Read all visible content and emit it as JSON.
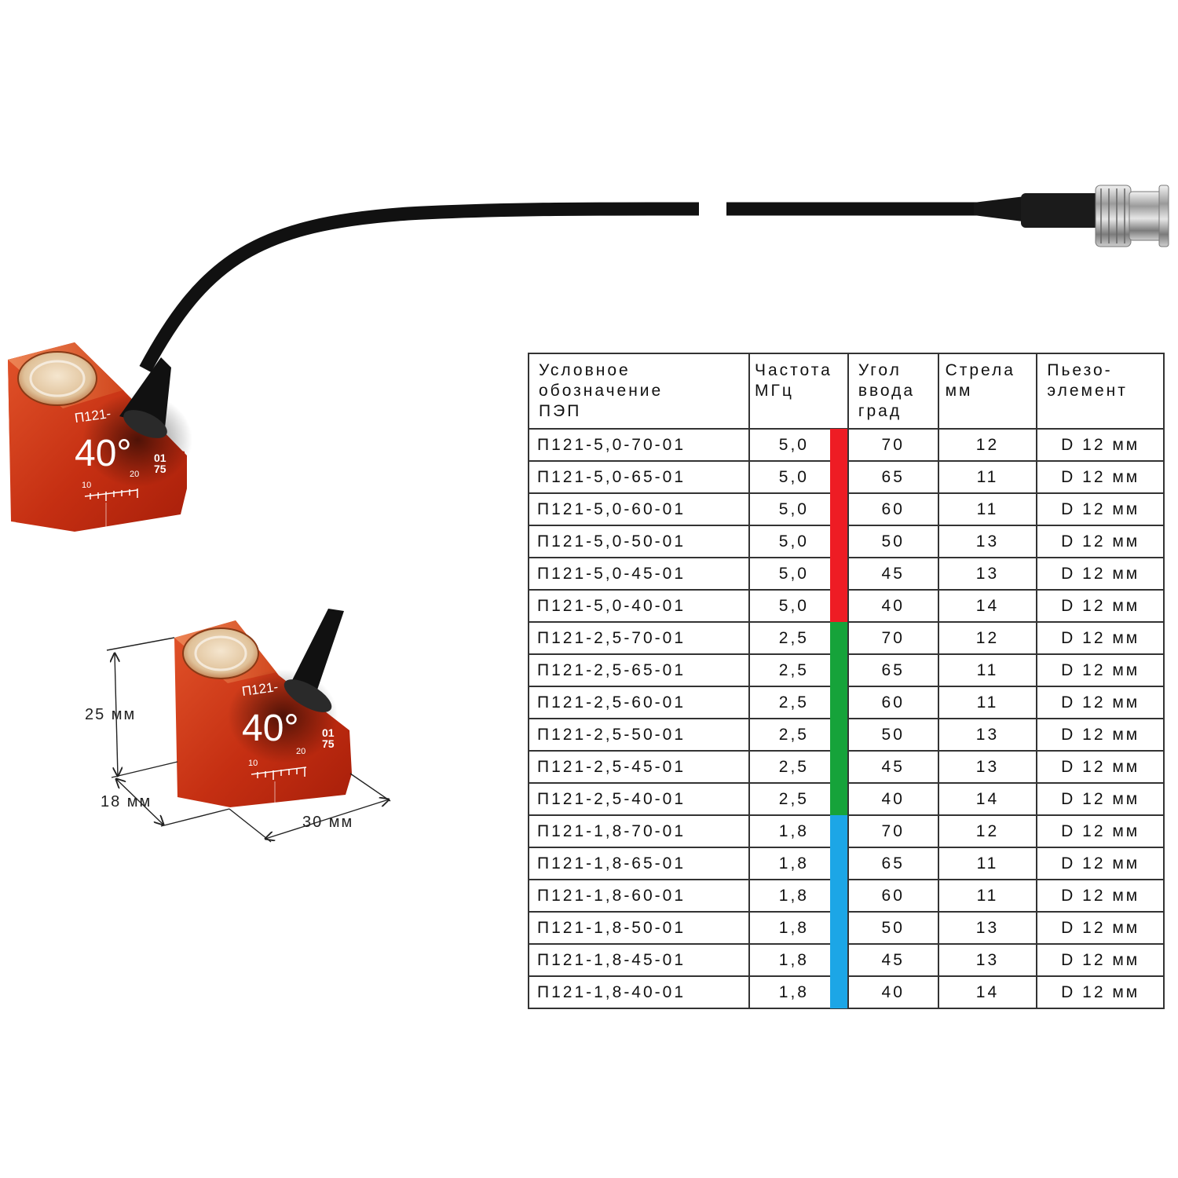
{
  "probe": {
    "model_stamp": "П121-",
    "angle_stamp": "40°",
    "code_top": "01",
    "code_bottom": "75",
    "scale_left": "10",
    "scale_right": "20",
    "body_color": "#c93a16"
  },
  "dimensions": {
    "height": "25 мм",
    "width": "18 мм",
    "length": "30 мм"
  },
  "table": {
    "headers": [
      "Условное\nобозначение\nПЭП",
      "Частота\nМГц",
      "Угол\nввода\nград",
      "Стрела\nмм",
      "Пьезо-\nэлемент"
    ],
    "freq_colors": {
      "5,0": "#ee1c24",
      "2,5": "#16a33a",
      "1,8": "#1ca6e6"
    },
    "rows": [
      {
        "model": "П121-5,0-70-01",
        "freq": "5,0",
        "angle": "70",
        "arrow": "12",
        "piezo": "D 12 мм"
      },
      {
        "model": "П121-5,0-65-01",
        "freq": "5,0",
        "angle": "65",
        "arrow": "11",
        "piezo": "D 12 мм"
      },
      {
        "model": "П121-5,0-60-01",
        "freq": "5,0",
        "angle": "60",
        "arrow": "11",
        "piezo": "D 12 мм"
      },
      {
        "model": "П121-5,0-50-01",
        "freq": "5,0",
        "angle": "50",
        "arrow": "13",
        "piezo": "D 12 мм"
      },
      {
        "model": "П121-5,0-45-01",
        "freq": "5,0",
        "angle": "45",
        "arrow": "13",
        "piezo": "D 12 мм"
      },
      {
        "model": "П121-5,0-40-01",
        "freq": "5,0",
        "angle": "40",
        "arrow": "14",
        "piezo": "D 12 мм"
      },
      {
        "model": "П121-2,5-70-01",
        "freq": "2,5",
        "angle": "70",
        "arrow": "12",
        "piezo": "D 12 мм"
      },
      {
        "model": "П121-2,5-65-01",
        "freq": "2,5",
        "angle": "65",
        "arrow": "11",
        "piezo": "D 12 мм"
      },
      {
        "model": "П121-2,5-60-01",
        "freq": "2,5",
        "angle": "60",
        "arrow": "11",
        "piezo": "D 12 мм"
      },
      {
        "model": "П121-2,5-50-01",
        "freq": "2,5",
        "angle": "50",
        "arrow": "13",
        "piezo": "D 12 мм"
      },
      {
        "model": "П121-2,5-45-01",
        "freq": "2,5",
        "angle": "45",
        "arrow": "13",
        "piezo": "D 12 мм"
      },
      {
        "model": "П121-2,5-40-01",
        "freq": "2,5",
        "angle": "40",
        "arrow": "14",
        "piezo": "D 12 мм"
      },
      {
        "model": "П121-1,8-70-01",
        "freq": "1,8",
        "angle": "70",
        "arrow": "12",
        "piezo": "D 12 мм"
      },
      {
        "model": "П121-1,8-65-01",
        "freq": "1,8",
        "angle": "65",
        "arrow": "11",
        "piezo": "D 12 мм"
      },
      {
        "model": "П121-1,8-60-01",
        "freq": "1,8",
        "angle": "60",
        "arrow": "11",
        "piezo": "D 12 мм"
      },
      {
        "model": "П121-1,8-50-01",
        "freq": "1,8",
        "angle": "50",
        "arrow": "13",
        "piezo": "D 12 мм"
      },
      {
        "model": "П121-1,8-45-01",
        "freq": "1,8",
        "angle": "45",
        "arrow": "13",
        "piezo": "D 12 мм"
      },
      {
        "model": "П121-1,8-40-01",
        "freq": "1,8",
        "angle": "40",
        "arrow": "14",
        "piezo": "D 12 мм"
      }
    ]
  }
}
